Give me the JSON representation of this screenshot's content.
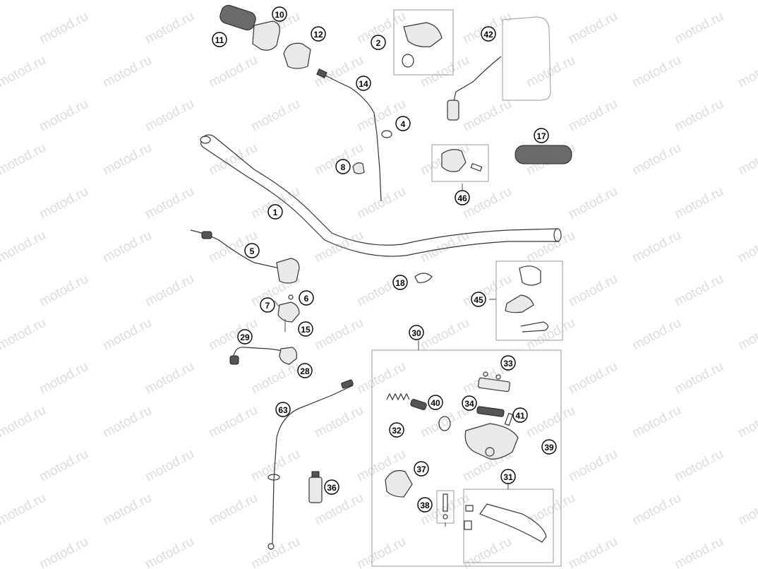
{
  "watermark_text": "motod.ru",
  "callouts": [
    {
      "id": "10",
      "label": "10"
    },
    {
      "id": "11",
      "label": "11"
    },
    {
      "id": "12",
      "label": "12"
    },
    {
      "id": "2",
      "label": "2"
    },
    {
      "id": "42",
      "label": "42"
    },
    {
      "id": "14",
      "label": "14"
    },
    {
      "id": "4",
      "label": "4"
    },
    {
      "id": "17",
      "label": "17"
    },
    {
      "id": "8",
      "label": "8"
    },
    {
      "id": "46",
      "label": "46"
    },
    {
      "id": "1",
      "label": "1"
    },
    {
      "id": "5",
      "label": "5"
    },
    {
      "id": "18",
      "label": "18"
    },
    {
      "id": "45",
      "label": "45"
    },
    {
      "id": "6",
      "label": "6"
    },
    {
      "id": "7",
      "label": "7"
    },
    {
      "id": "15",
      "label": "15"
    },
    {
      "id": "30",
      "label": "30"
    },
    {
      "id": "29",
      "label": "29"
    },
    {
      "id": "28",
      "label": "28"
    },
    {
      "id": "33",
      "label": "33"
    },
    {
      "id": "40",
      "label": "40"
    },
    {
      "id": "34",
      "label": "34"
    },
    {
      "id": "41",
      "label": "41"
    },
    {
      "id": "63",
      "label": "63"
    },
    {
      "id": "32",
      "label": "32"
    },
    {
      "id": "39",
      "label": "39"
    },
    {
      "id": "37",
      "label": "37"
    },
    {
      "id": "31",
      "label": "31"
    },
    {
      "id": "36",
      "label": "36"
    },
    {
      "id": "38",
      "label": "38"
    }
  ]
}
